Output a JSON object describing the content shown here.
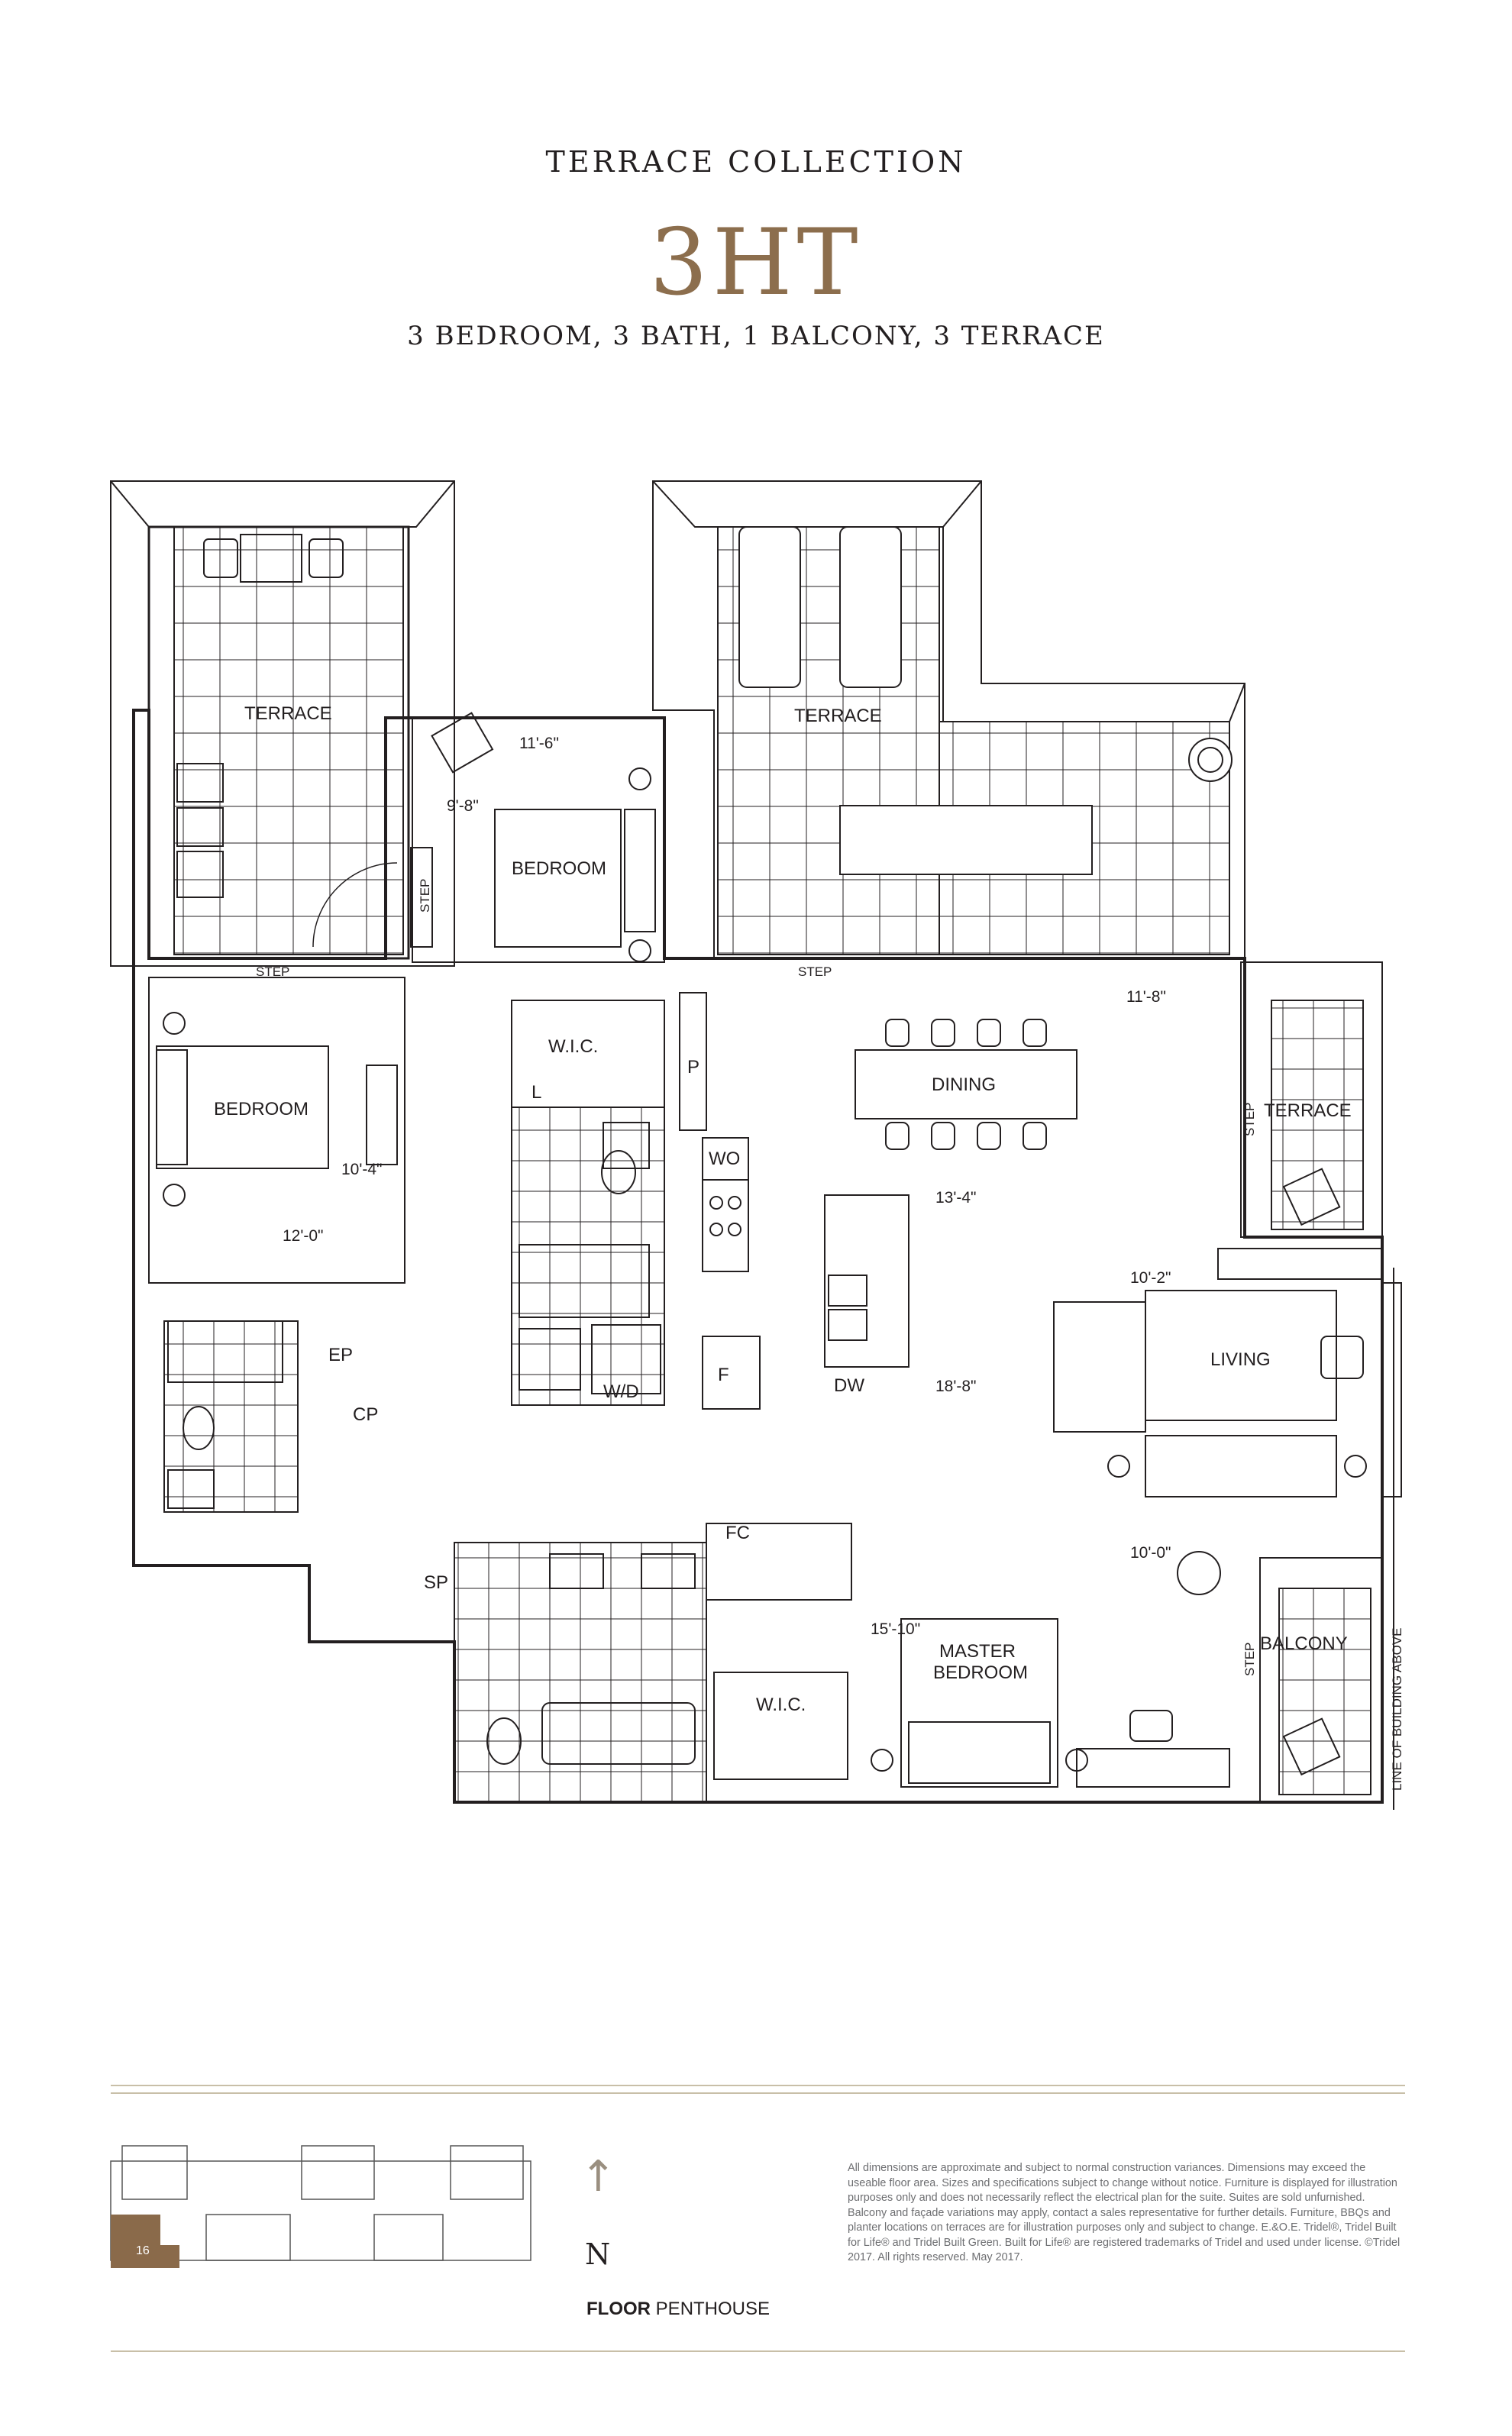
{
  "header": {
    "collection": "TERRACE COLLECTION",
    "suite_name": "3HT",
    "suite_description": "3 BEDROOM, 3 BATH, 1 BALCONY, 3 TERRACE"
  },
  "rooms": {
    "terrace_1": "TERRACE",
    "terrace_2": "TERRACE",
    "terrace_3": "TERRACE",
    "balcony": "BALCONY",
    "bedroom_1": "BEDROOM",
    "bedroom_2": "BEDROOM",
    "master_bedroom_line1": "MASTER",
    "master_bedroom_line2": "BEDROOM",
    "dining": "DINING",
    "living": "LIVING",
    "wic_1": "W.I.C.",
    "wic_2": "W.I.C."
  },
  "dimensions": {
    "bed2_width": "11'-6\"",
    "bed2_depth": "9'-8\"",
    "bed1_width": "10'-4\"",
    "bed1_depth": "12'-0\"",
    "dining_width": "11'-8\"",
    "kitchen_width": "13'-4\"",
    "kitchen_depth": "18'-8\"",
    "living_width": "10'-2\"",
    "master_width": "10'-0\"",
    "master_depth": "15'-10\""
  },
  "fixtures": {
    "step": "STEP",
    "linen": "L",
    "pantry": "P",
    "wall_oven": "WO",
    "fridge": "F",
    "dishwasher": "DW",
    "washer_dryer": "W/D",
    "electrical_panel": "EP",
    "coat_closet": "CP",
    "storage_pantry": "SP",
    "fan_coil": "FC",
    "line_of_building_above": "LINE OF BUILDING ABOVE"
  },
  "footer": {
    "north_letter": "N",
    "floor_label": "FLOOR",
    "floor_value": "PENTHOUSE",
    "keyplan_unit": "16",
    "disclaimer": "All dimensions are approximate and subject to normal construction variances. Dimensions may exceed the useable floor area. Sizes and specifications subject to change without notice. Furniture is displayed for illustration purposes only and does not necessarily reflect the electrical plan for the suite. Suites are sold unfurnished. Balcony and façade variations may apply, contact a sales representative for further details. Furniture, BBQs and planter locations on terraces are for illustration purposes only and subject to change. E.&O.E. Tridel®, Tridel Built for Life® and Tridel Built Green. Built for Life® are registered trademarks of Tridel and used under license. ©Tridel 2017. All rights reserved. May 2017."
  },
  "colors": {
    "accent": "#8c6e4d",
    "rule": "#c8bfa8",
    "ink": "#231f20",
    "keyplan_highlight": "#8a6a4a"
  }
}
